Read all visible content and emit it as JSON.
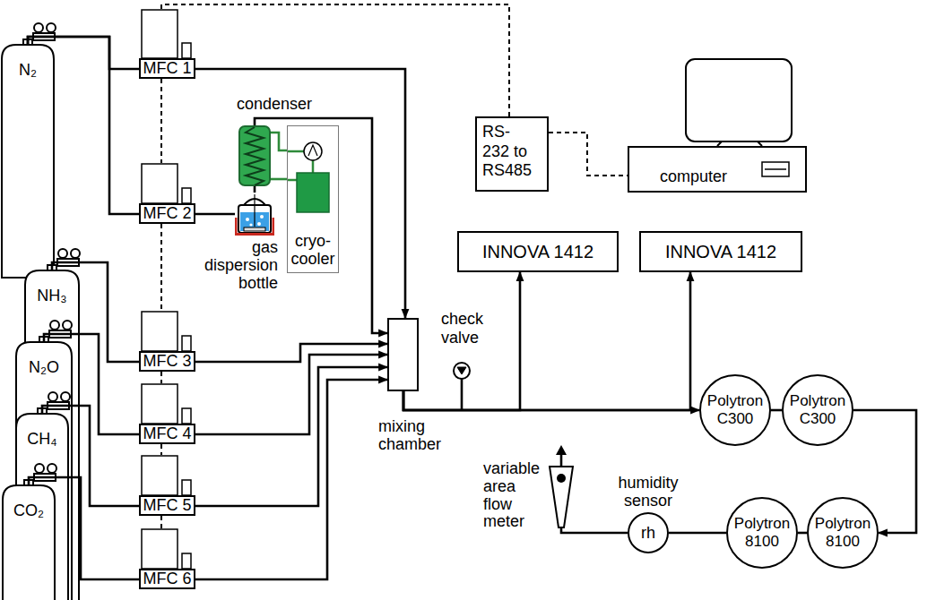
{
  "diagram": {
    "nodes": [
      {
        "text": [
          "MFC 1"
        ]
      },
      {
        "text": [
          "condenser"
        ]
      },
      {
        "text": [
          "RS-232 to RS485"
        ]
      },
      {
        "text": [
          "computer"
        ]
      },
      {
        "text": [
          "N₂"
        ]
      },
      {
        "text": [
          "MFC 2"
        ]
      },
      {
        "text": [
          "gas dispersion bottle"
        ]
      },
      {
        "text": [
          "cryo-cooler"
        ]
      },
      {
        "text": [
          "INNOVA 1412"
        ]
      },
      {
        "text": [
          "INNOVA 1412"
        ]
      },
      {
        "text": [
          "NH₃"
        ]
      },
      {
        "text": [
          "MFC 3"
        ]
      },
      {
        "text": [
          "N₂O"
        ]
      },
      {
        "text": [
          "mixing chamber"
        ]
      },
      {
        "text": [
          "MFC 4"
        ]
      },
      {
        "text": [
          "CH₄"
        ]
      },
      {
        "text": [
          "Polytron C300"
        ]
      },
      {
        "text": [
          "Polytron C300"
        ]
      },
      {
        "text": [
          "MFC 5"
        ]
      },
      {
        "text": [
          "CO₂"
        ]
      },
      {
        "text": [
          "MFC 6"
        ]
      },
      {
        "text": [
          "variable area flow meter"
        ]
      },
      {
        "text": [
          "humidity sensor",
          "rh"
        ]
      },
      {
        "text": [
          "Polytron 8100"
        ]
      },
      {
        "text": [
          "Polytron 8100"
        ]
      }
    ],
    "edges": [
      {
        "from": 4,
        "to": 0,
        "arrow": "none"
      },
      {
        "from": 4,
        "to": 5,
        "arrow": "none"
      },
      {
        "from": 10,
        "to": 11,
        "arrow": "none"
      },
      {
        "from": 12,
        "to": 14,
        "arrow": "none"
      },
      {
        "from": 15,
        "to": 18,
        "arrow": "none"
      },
      {
        "from": 19,
        "to": 20,
        "arrow": "none"
      },
      {
        "from": 0,
        "to": 13,
        "arrow": "to"
      },
      {
        "from": 5,
        "to": 6,
        "arrow": "none"
      },
      {
        "from": 6,
        "to": 1,
        "arrow": "none"
      },
      {
        "from": 1,
        "to": 13,
        "arrow": "to"
      },
      {
        "from": 11,
        "to": 13,
        "arrow": "to"
      },
      {
        "from": 14,
        "to": 13,
        "arrow": "to"
      },
      {
        "from": 18,
        "to": 13,
        "arrow": "to"
      },
      {
        "from": 20,
        "to": 13,
        "arrow": "to"
      },
      {
        "from": 1,
        "to": 7,
        "arrow": "none"
      },
      {
        "from": 1,
        "to": 7,
        "arrow": "none"
      },
      {
        "from": 0,
        "to": 2,
        "arrow": "none"
      },
      {
        "from": 2,
        "to": 3,
        "arrow": "none"
      },
      {
        "from": 0,
        "to": 5,
        "arrow": "none"
      },
      {
        "from": 5,
        "to": 11,
        "arrow": "none"
      },
      {
        "from": 11,
        "to": 14,
        "arrow": "none"
      },
      {
        "from": 14,
        "to": 18,
        "arrow": "none"
      },
      {
        "from": 18,
        "to": 20,
        "arrow": "none"
      },
      {
        "from": 13,
        "to": 8,
        "arrow": "to"
      },
      {
        "from": 13,
        "to": 9,
        "arrow": "to"
      },
      {
        "from": 13,
        "to": 16,
        "arrow": "to"
      },
      {
        "from": 16,
        "to": 17,
        "arrow": "none"
      },
      {
        "from": 17,
        "to": 24,
        "arrow": "to"
      },
      {
        "from": 24,
        "to": 23,
        "arrow": "none"
      },
      {
        "from": 23,
        "to": 22,
        "arrow": "none"
      },
      {
        "from": 22,
        "to": 21,
        "arrow": "none"
      }
    ],
    "labels": [
      "check valve"
    ]
  }
}
